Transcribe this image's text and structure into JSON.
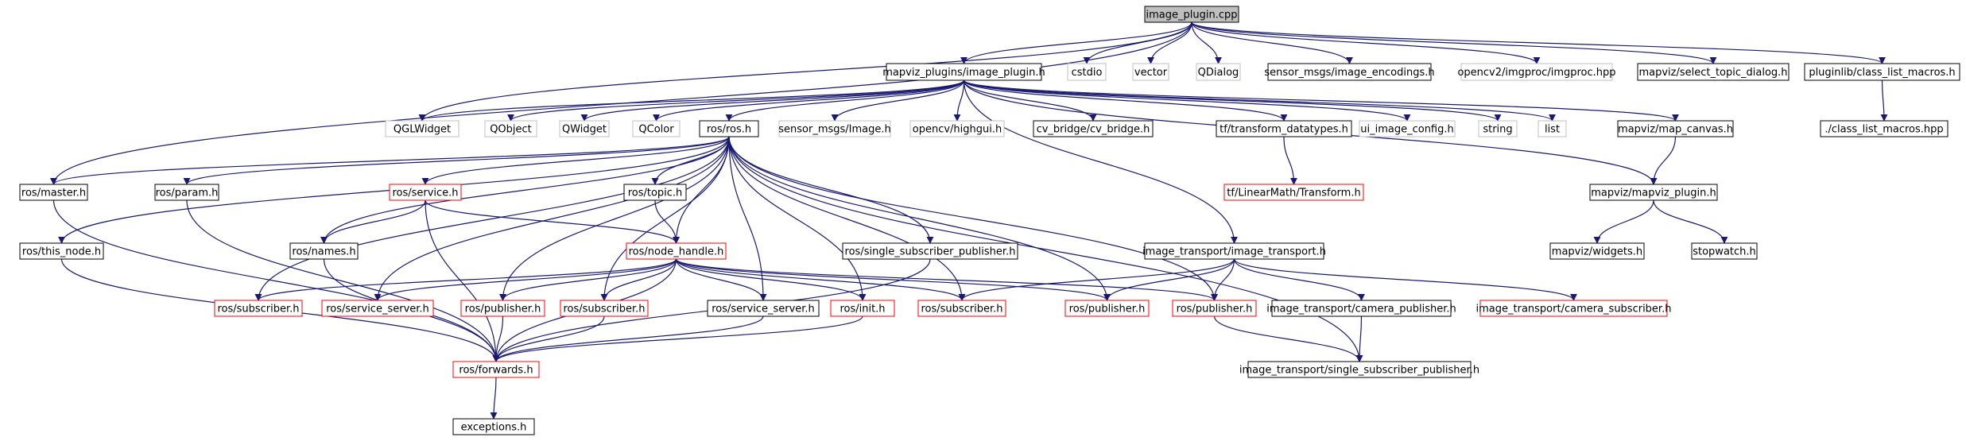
{
  "colors": {
    "edge": "#191970",
    "root_fill": "#bfbfbf",
    "normal_border": "#000000",
    "red_border": "#ff0000",
    "grey_border": "#bfbfbf",
    "grey_text": "#7f7f7f"
  },
  "nodes": [
    {
      "id": "image_plugin_cpp",
      "label": "image_plugin.cpp",
      "style": "root"
    },
    {
      "id": "mapviz_plugins_image_plugin_h",
      "label": "mapviz_plugins/image_plugin.h",
      "style": "normal"
    },
    {
      "id": "cstdio",
      "label": "cstdio",
      "style": "grey"
    },
    {
      "id": "vector",
      "label": "vector",
      "style": "grey"
    },
    {
      "id": "QDialog",
      "label": "QDialog",
      "style": "grey"
    },
    {
      "id": "sensor_msgs_image_encodings_h",
      "label": "sensor_msgs/image_encodings.h",
      "style": "normal"
    },
    {
      "id": "opencv2_imgproc_hpp",
      "label": "opencv2/imgproc/imgproc.hpp",
      "style": "grey"
    },
    {
      "id": "mapviz_select_topic_dialog_h",
      "label": "mapviz/select_topic_dialog.h",
      "style": "normal"
    },
    {
      "id": "pluginlib_class_list_macros_h",
      "label": "pluginlib/class_list_macros.h",
      "style": "normal"
    },
    {
      "id": "QGLWidget",
      "label": "QGLWidget",
      "style": "grey"
    },
    {
      "id": "QObject",
      "label": "QObject",
      "style": "grey"
    },
    {
      "id": "QWidget",
      "label": "QWidget",
      "style": "grey"
    },
    {
      "id": "QColor",
      "label": "QColor",
      "style": "grey"
    },
    {
      "id": "ros_ros_h",
      "label": "ros/ros.h",
      "style": "normal"
    },
    {
      "id": "sensor_msgs_Image_h",
      "label": "sensor_msgs/Image.h",
      "style": "grey"
    },
    {
      "id": "opencv_highgui_h",
      "label": "opencv/highgui.h",
      "style": "grey"
    },
    {
      "id": "cv_bridge_h",
      "label": "cv_bridge/cv_bridge.h",
      "style": "normal"
    },
    {
      "id": "tf_transform_datatypes_h",
      "label": "tf/transform_datatypes.h",
      "style": "normal"
    },
    {
      "id": "ui_image_config_h",
      "label": "ui_image_config.h",
      "style": "grey"
    },
    {
      "id": "string",
      "label": "string",
      "style": "grey"
    },
    {
      "id": "list",
      "label": "list",
      "style": "grey"
    },
    {
      "id": "mapviz_map_canvas_h",
      "label": "mapviz/map_canvas.h",
      "style": "normal"
    },
    {
      "id": "class_list_macros_hpp",
      "label": "./class_list_macros.hpp",
      "style": "normal"
    },
    {
      "id": "ros_master_h",
      "label": "ros/master.h",
      "style": "normal"
    },
    {
      "id": "ros_param_h",
      "label": "ros/param.h",
      "style": "normal"
    },
    {
      "id": "ros_service_h",
      "label": "ros/service.h",
      "style": "red"
    },
    {
      "id": "ros_topic_h",
      "label": "ros/topic.h",
      "style": "normal"
    },
    {
      "id": "tf_LinearMath_Transform_h",
      "label": "tf/LinearMath/Transform.h",
      "style": "red"
    },
    {
      "id": "mapviz_mapviz_plugin_h",
      "label": "mapviz/mapviz_plugin.h",
      "style": "normal"
    },
    {
      "id": "ros_this_node_h",
      "label": "ros/this_node.h",
      "style": "normal"
    },
    {
      "id": "ros_names_h",
      "label": "ros/names.h",
      "style": "normal"
    },
    {
      "id": "ros_node_handle_h",
      "label": "ros/node_handle.h",
      "style": "red"
    },
    {
      "id": "ros_single_subscriber_publisher_h",
      "label": "ros/single_subscriber_publisher.h",
      "style": "normal"
    },
    {
      "id": "image_transport_image_transport_h",
      "label": "image_transport/image_transport.h",
      "style": "normal"
    },
    {
      "id": "mapviz_widgets_h",
      "label": "mapviz/widgets.h",
      "style": "normal"
    },
    {
      "id": "stopwatch_h",
      "label": "stopwatch.h",
      "style": "normal"
    },
    {
      "id": "ros_subscriber_h_1",
      "label": "ros/subscriber.h",
      "style": "red"
    },
    {
      "id": "ros_service_server_h_1",
      "label": "ros/service_server.h",
      "style": "red"
    },
    {
      "id": "ros_publisher_h_1",
      "label": "ros/publisher.h",
      "style": "red"
    },
    {
      "id": "ros_subscriber_h_2",
      "label": "ros/subscriber.h",
      "style": "red"
    },
    {
      "id": "ros_service_server_h_2",
      "label": "ros/service_server.h",
      "style": "normal"
    },
    {
      "id": "ros_init_h",
      "label": "ros/init.h",
      "style": "red"
    },
    {
      "id": "ros_subscriber_h_3",
      "label": "ros/subscriber.h",
      "style": "red"
    },
    {
      "id": "ros_publisher_h_2",
      "label": "ros/publisher.h",
      "style": "red"
    },
    {
      "id": "ros_publisher_h_3",
      "label": "ros/publisher.h",
      "style": "red"
    },
    {
      "id": "image_transport_camera_publisher_h",
      "label": "image_transport/camera_publisher.h",
      "style": "normal"
    },
    {
      "id": "image_transport_camera_subscriber_h",
      "label": "image_transport/camera_subscriber.h",
      "style": "red"
    },
    {
      "id": "ros_forwards_h",
      "label": "ros/forwards.h",
      "style": "red"
    },
    {
      "id": "image_transport_single_subscriber_publisher_h",
      "label": "image_transport/single_subscriber_publisher.h",
      "style": "normal"
    },
    {
      "id": "exceptions_h",
      "label": "exceptions.h",
      "style": "normal"
    }
  ],
  "edges": [
    [
      "image_plugin_cpp",
      "mapviz_plugins_image_plugin_h"
    ],
    [
      "image_plugin_cpp",
      "cstdio"
    ],
    [
      "image_plugin_cpp",
      "vector"
    ],
    [
      "image_plugin_cpp",
      "QDialog"
    ],
    [
      "image_plugin_cpp",
      "sensor_msgs_image_encodings_h"
    ],
    [
      "image_plugin_cpp",
      "opencv2_imgproc_hpp"
    ],
    [
      "image_plugin_cpp",
      "mapviz_select_topic_dialog_h"
    ],
    [
      "image_plugin_cpp",
      "pluginlib_class_list_macros_h"
    ],
    [
      "image_plugin_cpp",
      "QGLWidget"
    ],
    [
      "image_plugin_cpp",
      "ros_master_h"
    ],
    [
      "mapviz_plugins_image_plugin_h",
      "QGLWidget"
    ],
    [
      "mapviz_plugins_image_plugin_h",
      "QObject"
    ],
    [
      "mapviz_plugins_image_plugin_h",
      "QWidget"
    ],
    [
      "mapviz_plugins_image_plugin_h",
      "QColor"
    ],
    [
      "mapviz_plugins_image_plugin_h",
      "ros_ros_h"
    ],
    [
      "mapviz_plugins_image_plugin_h",
      "sensor_msgs_Image_h"
    ],
    [
      "mapviz_plugins_image_plugin_h",
      "opencv_highgui_h"
    ],
    [
      "mapviz_plugins_image_plugin_h",
      "cv_bridge_h"
    ],
    [
      "mapviz_plugins_image_plugin_h",
      "tf_transform_datatypes_h"
    ],
    [
      "mapviz_plugins_image_plugin_h",
      "ui_image_config_h"
    ],
    [
      "mapviz_plugins_image_plugin_h",
      "string"
    ],
    [
      "mapviz_plugins_image_plugin_h",
      "list"
    ],
    [
      "mapviz_plugins_image_plugin_h",
      "mapviz_map_canvas_h"
    ],
    [
      "mapviz_plugins_image_plugin_h",
      "mapviz_mapviz_plugin_h"
    ],
    [
      "mapviz_plugins_image_plugin_h",
      "image_transport_image_transport_h"
    ],
    [
      "pluginlib_class_list_macros_h",
      "class_list_macros_hpp"
    ],
    [
      "ros_ros_h",
      "ros_master_h"
    ],
    [
      "ros_ros_h",
      "ros_param_h"
    ],
    [
      "ros_ros_h",
      "ros_service_h"
    ],
    [
      "ros_ros_h",
      "ros_topic_h"
    ],
    [
      "ros_ros_h",
      "ros_this_node_h"
    ],
    [
      "ros_ros_h",
      "ros_names_h"
    ],
    [
      "ros_ros_h",
      "ros_node_handle_h"
    ],
    [
      "ros_ros_h",
      "ros_single_subscriber_publisher_h"
    ],
    [
      "ros_ros_h",
      "ros_subscriber_h_1"
    ],
    [
      "ros_ros_h",
      "ros_service_server_h_1"
    ],
    [
      "ros_ros_h",
      "ros_publisher_h_1"
    ],
    [
      "ros_ros_h",
      "ros_subscriber_h_2"
    ],
    [
      "ros_ros_h",
      "ros_service_server_h_2"
    ],
    [
      "ros_ros_h",
      "ros_init_h"
    ],
    [
      "ros_ros_h",
      "ros_subscriber_h_3"
    ],
    [
      "ros_ros_h",
      "ros_publisher_h_2"
    ],
    [
      "ros_ros_h",
      "ros_publisher_h_3"
    ],
    [
      "ros_ros_h",
      "image_transport_single_subscriber_publisher_h"
    ],
    [
      "tf_transform_datatypes_h",
      "tf_LinearMath_Transform_h"
    ],
    [
      "mapviz_map_canvas_h",
      "mapviz_mapviz_plugin_h"
    ],
    [
      "mapviz_mapviz_plugin_h",
      "mapviz_widgets_h"
    ],
    [
      "mapviz_mapviz_plugin_h",
      "stopwatch_h"
    ],
    [
      "ros_master_h",
      "ros_forwards_h"
    ],
    [
      "ros_param_h",
      "ros_forwards_h"
    ],
    [
      "ros_service_h",
      "ros_names_h"
    ],
    [
      "ros_service_h",
      "ros_node_handle_h"
    ],
    [
      "ros_service_h",
      "ros_forwards_h"
    ],
    [
      "ros_topic_h",
      "ros_node_handle_h"
    ],
    [
      "ros_this_node_h",
      "ros_forwards_h"
    ],
    [
      "ros_names_h",
      "ros_forwards_h"
    ],
    [
      "ros_node_handle_h",
      "ros_subscriber_h_1"
    ],
    [
      "ros_node_handle_h",
      "ros_service_server_h_1"
    ],
    [
      "ros_node_handle_h",
      "ros_publisher_h_1"
    ],
    [
      "ros_node_handle_h",
      "ros_subscriber_h_2"
    ],
    [
      "ros_node_handle_h",
      "ros_service_server_h_2"
    ],
    [
      "ros_node_handle_h",
      "ros_init_h"
    ],
    [
      "ros_node_handle_h",
      "ros_subscriber_h_3"
    ],
    [
      "ros_node_handle_h",
      "ros_publisher_h_2"
    ],
    [
      "ros_node_handle_h",
      "ros_publisher_h_3"
    ],
    [
      "ros_node_handle_h",
      "ros_forwards_h"
    ],
    [
      "ros_single_subscriber_publisher_h",
      "ros_forwards_h"
    ],
    [
      "image_transport_image_transport_h",
      "ros_subscriber_h_3"
    ],
    [
      "image_transport_image_transport_h",
      "ros_publisher_h_2"
    ],
    [
      "image_transport_image_transport_h",
      "ros_publisher_h_3"
    ],
    [
      "image_transport_image_transport_h",
      "image_transport_camera_publisher_h"
    ],
    [
      "image_transport_image_transport_h",
      "image_transport_camera_subscriber_h"
    ],
    [
      "ros_publisher_h_1",
      "ros_forwards_h"
    ],
    [
      "ros_subscriber_h_2",
      "ros_forwards_h"
    ],
    [
      "ros_service_server_h_2",
      "ros_forwards_h"
    ],
    [
      "ros_init_h",
      "ros_forwards_h"
    ],
    [
      "ros_publisher_h_3",
      "image_transport_single_subscriber_publisher_h"
    ],
    [
      "image_transport_camera_publisher_h",
      "image_transport_single_subscriber_publisher_h"
    ],
    [
      "ros_forwards_h",
      "exceptions_h"
    ]
  ]
}
